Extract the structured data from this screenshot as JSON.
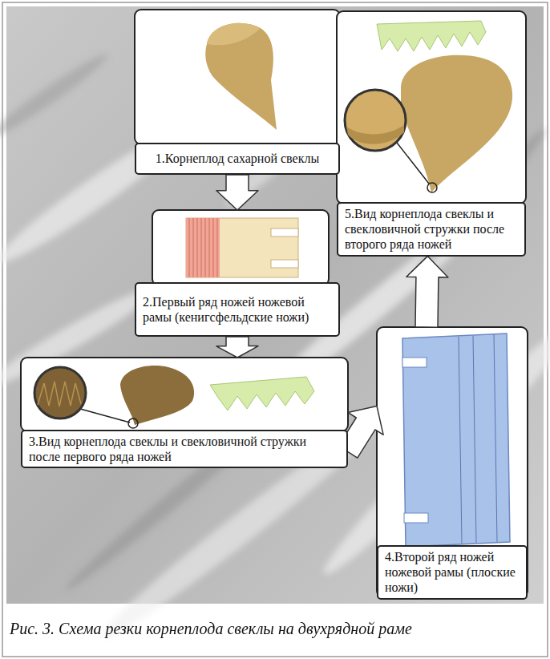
{
  "diagram": {
    "caption": "Рис. 3. Схема резки корнеплода свеклы на двухрядной раме",
    "nodes": [
      {
        "text": [
          "1.Корнеплод сахарной свеклы"
        ]
      },
      {
        "text": [
          "2.Первый ряд ножей ножевой рамы (кенигсфельдские ножи)"
        ]
      },
      {
        "text": [
          "3.Вид корнеплода свеклы и свекловичной стружки после первого ряда ножей"
        ]
      },
      {
        "text": [
          "4.Второй ряд ножей ножевой рамы (плоские ножи)"
        ]
      },
      {
        "text": [
          "5.Вид корнеплода свеклы и свекловичной стружки после второго ряда ножей"
        ]
      }
    ],
    "edges": [
      {
        "from": 0,
        "to": 1,
        "arrow": "to"
      },
      {
        "from": 1,
        "to": 2,
        "arrow": "to"
      },
      {
        "from": 2,
        "to": 3,
        "arrow": "to"
      },
      {
        "from": 3,
        "to": 4,
        "arrow": "to"
      }
    ]
  }
}
